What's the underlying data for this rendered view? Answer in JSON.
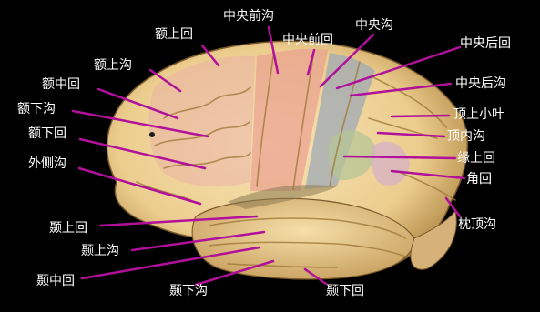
{
  "labels": {
    "e_shang_hui": "额上回",
    "zhong_yang_qian_gou": "中央前沟",
    "zhong_yang_qian_hui": "中央前回",
    "zhong_yang_gou": "中央沟",
    "zhong_yang_hou_hui": "中央后回",
    "e_shang_gou": "额上沟",
    "e_zhong_hui": "额中回",
    "zhong_yang_hou_gou": "中央后沟",
    "e_xia_gou": "额下沟",
    "ding_shang_xiao_ye": "顶上小叶",
    "e_xia_hui": "额下回",
    "ding_nei_gou": "顶内沟",
    "wai_ce_gou": "外侧沟",
    "yuan_shang_hui": "缘上回",
    "jiao_hui": "角回",
    "nie_shang_hui": "颞上回",
    "zhen_ding_gou": "枕顶沟",
    "nie_shang_gou": "颞上沟",
    "nie_zhong_hui": "颞中回",
    "nie_xia_gou": "颞下沟",
    "nie_xia_hui": "颞下回"
  },
  "colors": {
    "background": "#000000",
    "leader_line": "#b0109a",
    "brain_base": "#f0d49a",
    "frontal_tint": "#e9b3a6",
    "precentral_tint": "#eaa090",
    "postcentral_tint": "#9aa6b8",
    "supramarginal_tint": "#b6c596",
    "angular_tint": "#d6b0c6",
    "label_text": "#ffffff"
  }
}
